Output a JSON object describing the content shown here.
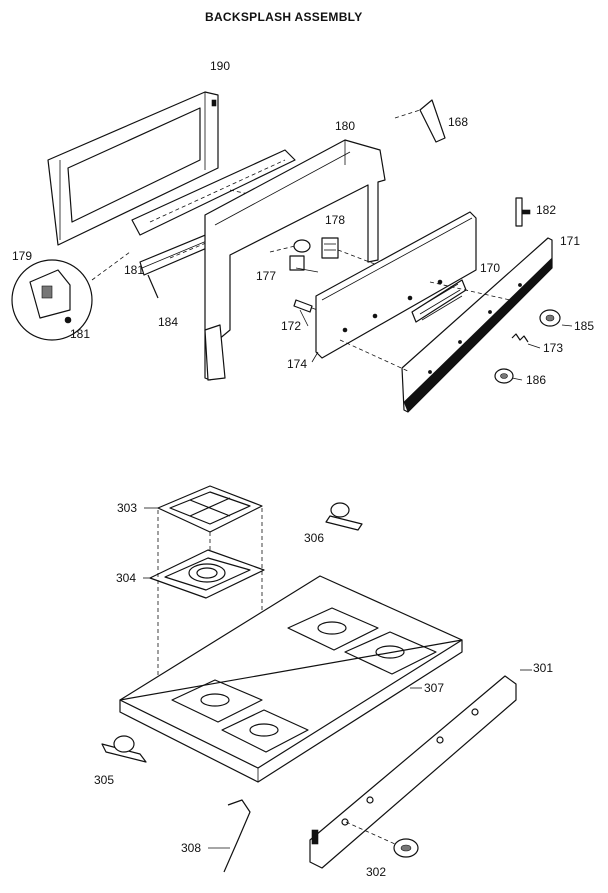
{
  "title": "BACKSPLASH ASSEMBLY",
  "callouts": {
    "p190": "190",
    "p180": "180",
    "p168": "168",
    "p179": "179",
    "p181a": "181",
    "p181b": "181",
    "p184": "184",
    "p178": "178",
    "p177": "177",
    "p182": "182",
    "p171": "171",
    "p170": "170",
    "p172": "172",
    "p174": "174",
    "p185": "185",
    "p173": "173",
    "p186": "186",
    "p303": "303",
    "p306": "306",
    "p304": "304",
    "p307": "307",
    "p301": "301",
    "p305": "305",
    "p308": "308",
    "p302": "302"
  }
}
